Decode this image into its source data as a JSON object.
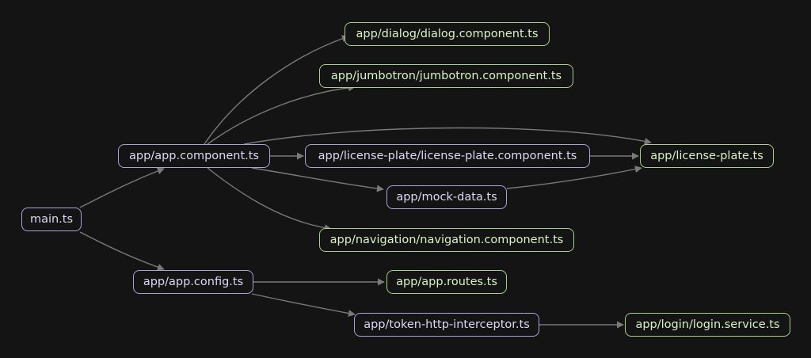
{
  "colors": {
    "background": "#141414",
    "edge": "#7a7a7a",
    "local_node_border": "#a8a4d6",
    "local_node_text": "#dcd9f5",
    "leaf_node_border": "#a6cf8a",
    "leaf_node_text": "#d9f2c6"
  },
  "nodes": {
    "main": "main.ts",
    "app_component": "app/app.component.ts",
    "app_config": "app/app.config.ts",
    "dialog": "app/dialog/dialog.component.ts",
    "jumbotron": "app/jumbotron/jumbotron.component.ts",
    "license_plate_component": "app/license-plate/license-plate.component.ts",
    "license_plate": "app/license-plate.ts",
    "mock_data": "app/mock-data.ts",
    "navigation": "app/navigation/navigation.component.ts",
    "app_routes": "app/app.routes.ts",
    "token_interceptor": "app/token-http-interceptor.ts",
    "login_service": "app/login/login.service.ts"
  },
  "edges": [
    [
      "main",
      "app_component"
    ],
    [
      "main",
      "app_config"
    ],
    [
      "app_component",
      "dialog"
    ],
    [
      "app_component",
      "jumbotron"
    ],
    [
      "app_component",
      "license_plate"
    ],
    [
      "app_component",
      "license_plate_component"
    ],
    [
      "app_component",
      "mock_data"
    ],
    [
      "app_component",
      "navigation"
    ],
    [
      "license_plate_component",
      "license_plate"
    ],
    [
      "mock_data",
      "license_plate"
    ],
    [
      "app_config",
      "app_routes"
    ],
    [
      "app_config",
      "token_interceptor"
    ],
    [
      "token_interceptor",
      "login_service"
    ]
  ]
}
